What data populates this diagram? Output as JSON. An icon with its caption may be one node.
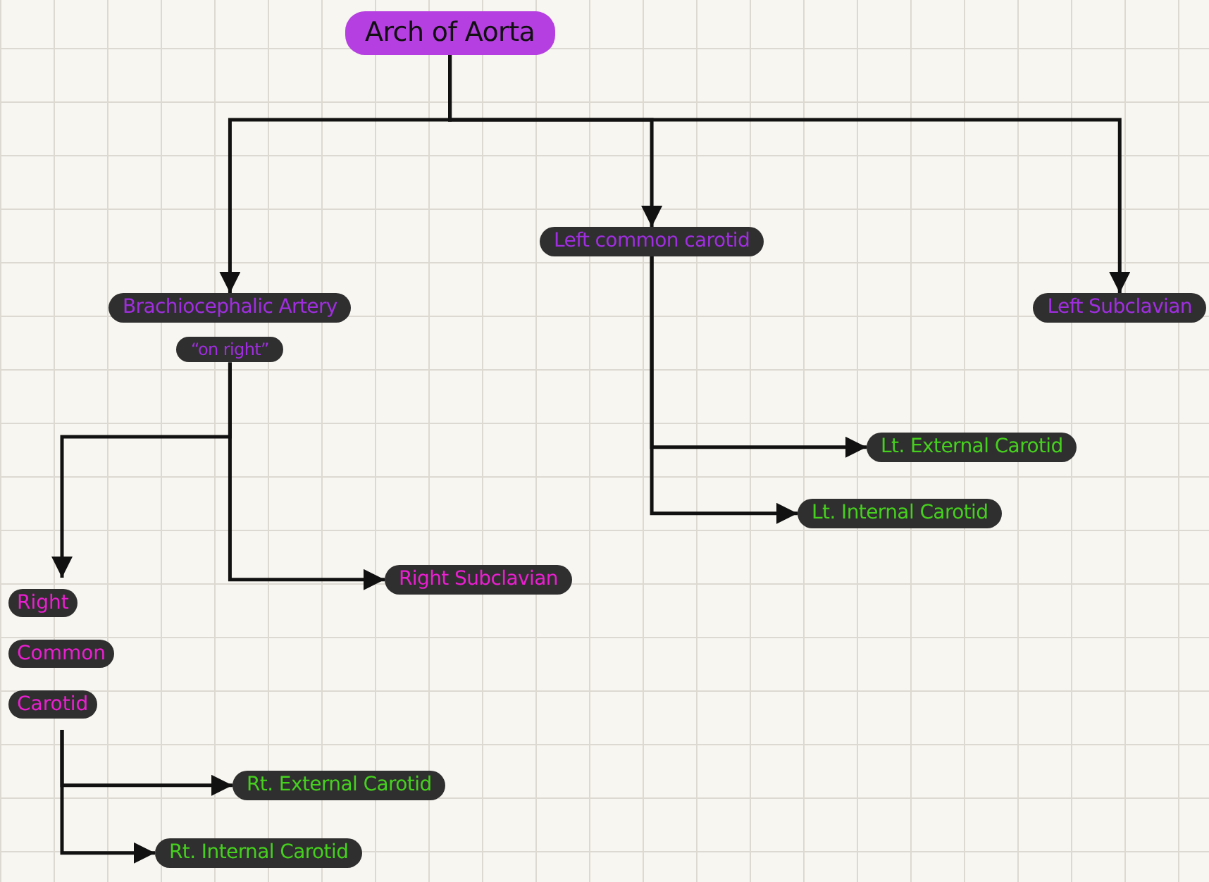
{
  "diagram": {
    "nodes": [
      {
        "text": [
          "Arch of Aorta"
        ]
      },
      {
        "text": [
          "Brachiocephalic Artery",
          "“on right”"
        ]
      },
      {
        "text": [
          "Left common carotid"
        ]
      },
      {
        "text": [
          "Left Subclavian"
        ]
      },
      {
        "text": [
          "Right Common Carotid"
        ]
      },
      {
        "text": [
          "Right Subclavian"
        ]
      },
      {
        "text": [
          "Lt. External Carotid"
        ]
      },
      {
        "text": [
          "Lt. Internal Carotid"
        ]
      },
      {
        "text": [
          "Rt. External Carotid"
        ]
      },
      {
        "text": [
          "Rt. Internal Carotid"
        ]
      }
    ],
    "edges": [
      {
        "from": 0,
        "to": 1,
        "arrow": "to"
      },
      {
        "from": 0,
        "to": 2,
        "arrow": "to"
      },
      {
        "from": 0,
        "to": 3,
        "arrow": "to"
      },
      {
        "from": 1,
        "to": 4,
        "arrow": "to"
      },
      {
        "from": 1,
        "to": 5,
        "arrow": "to"
      },
      {
        "from": 2,
        "to": 6,
        "arrow": "to"
      },
      {
        "from": 2,
        "to": 7,
        "arrow": "to"
      },
      {
        "from": 4,
        "to": 8,
        "arrow": "to"
      },
      {
        "from": 4,
        "to": 9,
        "arrow": "to"
      }
    ]
  }
}
